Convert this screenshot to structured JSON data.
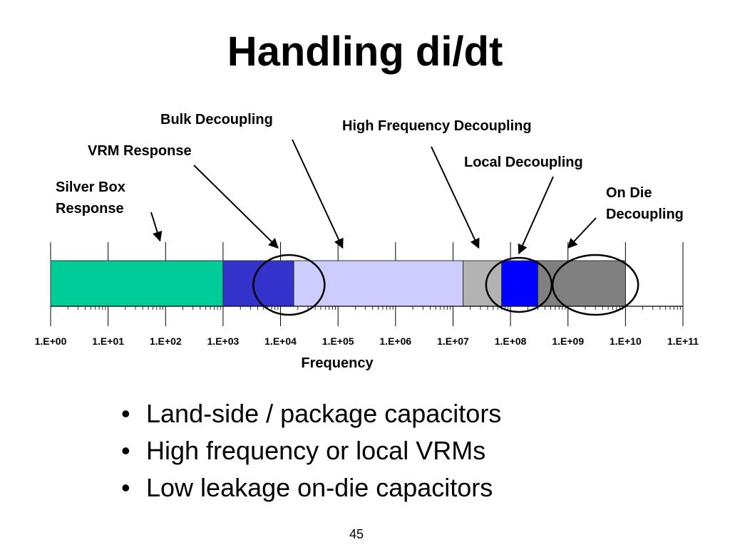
{
  "slide": {
    "title": "Handling di/dt",
    "page_number": "45"
  },
  "bullets": [
    "Land-side / package capacitors",
    "High frequency or local VRMs",
    "Low leakage on-die capacitors"
  ],
  "chart_data": {
    "type": "bar",
    "orientation": "horizontal-range",
    "x_scale": "log10",
    "xlim": [
      1,
      100000000000
    ],
    "xlabel": "Frequency",
    "ylabel": "",
    "x_ticks": [
      1,
      10,
      100,
      1000,
      10000,
      100000,
      1000000,
      10000000,
      100000000,
      1000000000,
      10000000000,
      100000000000
    ],
    "x_tick_labels": [
      "1.E+00",
      "1.E+01",
      "1.E+02",
      "1.E+03",
      "1.E+04",
      "1.E+05",
      "1.E+06",
      "1.E+07",
      "1.E+08",
      "1.E+09",
      "1.E+10",
      "1.E+11"
    ],
    "grid": false,
    "segments": [
      {
        "start": 1,
        "end": 1000,
        "color": "#00cc99"
      },
      {
        "start": 1000,
        "end": 17000,
        "color": "#3333cc"
      },
      {
        "start": 17000,
        "end": 15000000,
        "color": "#ccccff"
      },
      {
        "start": 15000000,
        "end": 70000000,
        "color": "#b3b3b3"
      },
      {
        "start": 70000000,
        "end": 300000000,
        "color": "#0000ff"
      },
      {
        "start": 300000000,
        "end": 10000000000,
        "color": "#808080"
      }
    ],
    "annotations": [
      {
        "lines": [
          "Silver Box",
          "Response"
        ],
        "point_at": 80
      },
      {
        "lines": [
          "VRM Response"
        ],
        "point_at": 9000
      },
      {
        "lines": [
          "Bulk Decoupling"
        ],
        "point_at": 120000
      },
      {
        "lines": [
          "High Frequency Decoupling"
        ],
        "point_at": 28000000
      },
      {
        "lines": [
          "Local Decoupling"
        ],
        "point_at": 140000000
      },
      {
        "lines": [
          "On Die",
          "Decoupling"
        ],
        "point_at": 1000000000
      }
    ],
    "highlight_circles": [
      {
        "center": 14000
      },
      {
        "center": 140000000
      },
      {
        "center": 3000000000
      }
    ]
  }
}
